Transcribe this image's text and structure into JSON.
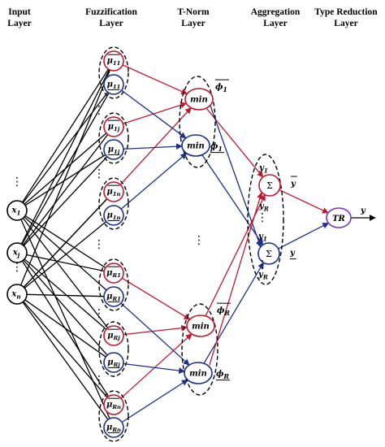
{
  "headers": {
    "input": [
      "Input",
      "Layer"
    ],
    "fuzz": [
      "Fuzzification",
      "Layer"
    ],
    "tnorm": [
      "T-Norm",
      "Layer"
    ],
    "agg": [
      "Aggregation",
      "Layer"
    ],
    "tr": [
      "Type Reduction",
      "Layer"
    ]
  },
  "inputs": [
    {
      "base": "x",
      "sub": "1"
    },
    {
      "base": "x",
      "sub": "j"
    },
    {
      "base": "x",
      "sub": "n"
    }
  ],
  "fuzz": [
    {
      "base": "μ",
      "sub": "11",
      "bar": "over"
    },
    {
      "base": "μ",
      "sub": "11",
      "bar": "under"
    },
    {
      "base": "μ",
      "sub": "1j",
      "bar": "over"
    },
    {
      "base": "μ",
      "sub": "1j",
      "bar": "under"
    },
    {
      "base": "μ",
      "sub": "1n",
      "bar": "over"
    },
    {
      "base": "μ",
      "sub": "1n",
      "bar": "under"
    },
    {
      "base": "μ",
      "sub": "R1",
      "bar": "over"
    },
    {
      "base": "μ",
      "sub": "R1",
      "bar": "under"
    },
    {
      "base": "μ",
      "sub": "Rj",
      "bar": "over"
    },
    {
      "base": "μ",
      "sub": "Rj",
      "bar": "under"
    },
    {
      "base": "μ",
      "sub": "Rn",
      "bar": "over"
    },
    {
      "base": "μ",
      "sub": "Rn",
      "bar": "under"
    }
  ],
  "tnorm": [
    {
      "text": "min",
      "color": "red",
      "out": {
        "base": "ϕ",
        "sub": "1",
        "bar": "over"
      }
    },
    {
      "text": "min",
      "color": "blue",
      "out": {
        "base": "ϕ",
        "sub": "1",
        "bar": "under"
      }
    },
    {
      "text": "min",
      "color": "red",
      "out": {
        "base": "ϕ",
        "sub": "R",
        "bar": "over"
      }
    },
    {
      "text": "min",
      "color": "blue",
      "out": {
        "base": "ϕ",
        "sub": "R",
        "bar": "under"
      }
    }
  ],
  "agg": [
    {
      "text": "Σ",
      "color": "red",
      "top": {
        "base": "y",
        "sub": "1"
      },
      "bottom": {
        "base": "y",
        "sub": "R"
      },
      "out": {
        "base": "y",
        "bar": "over"
      }
    },
    {
      "text": "Σ",
      "color": "blue",
      "top": {
        "base": "y",
        "sub": "1"
      },
      "bottom": {
        "base": "y",
        "sub": "R"
      },
      "out": {
        "base": "y",
        "bar": "under"
      }
    }
  ],
  "tr": {
    "text": "TR",
    "output": "y"
  },
  "colors": {
    "red": "#c0182f",
    "blue": "#1c2f8c",
    "purple": "#7b2fd6",
    "black": "#000000"
  }
}
